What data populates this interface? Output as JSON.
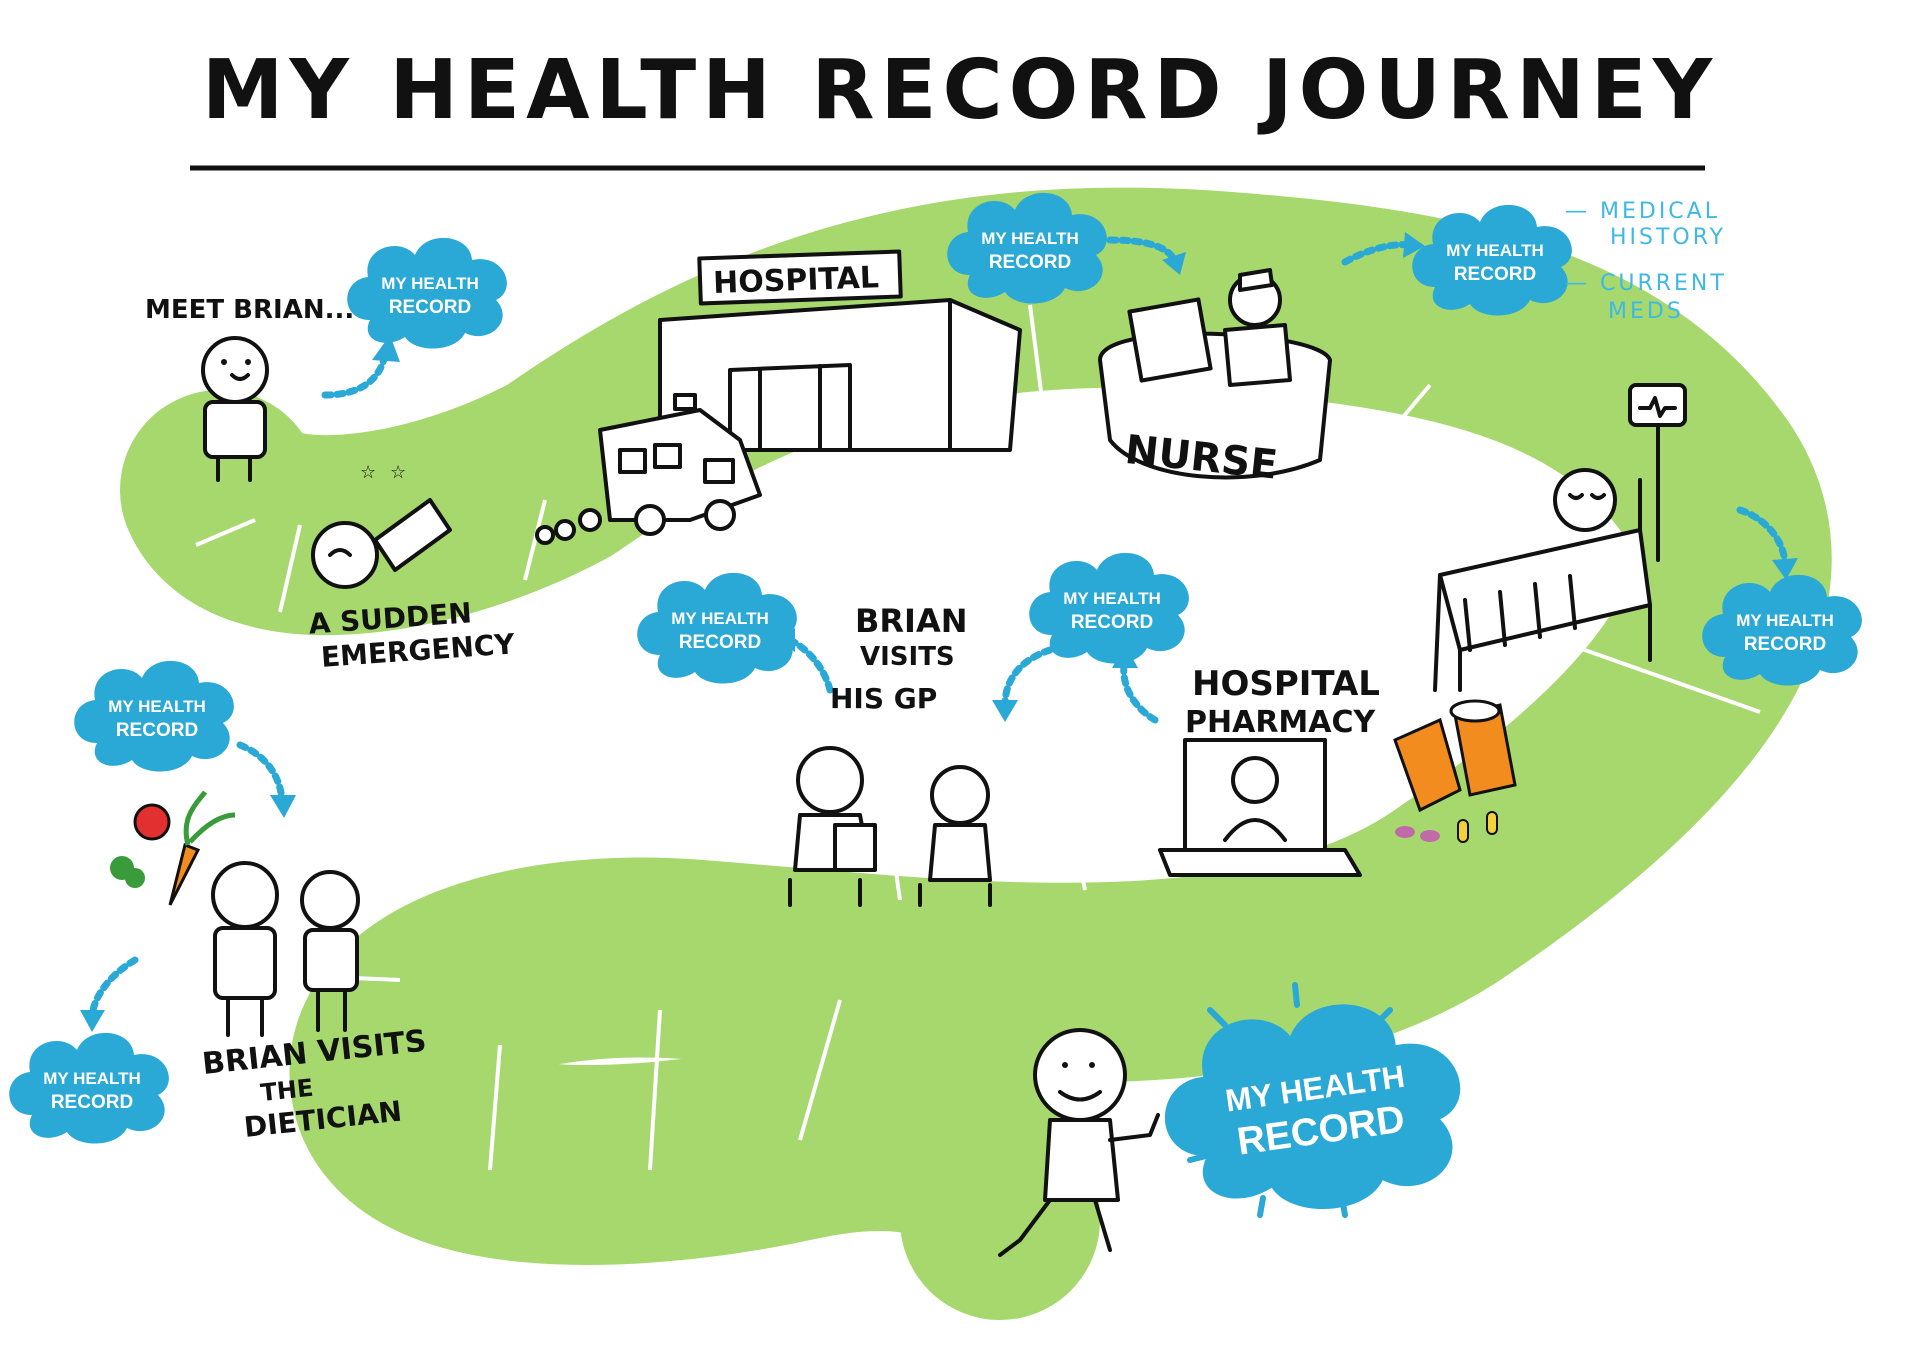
{
  "title": "MY HEALTH RECORD JOURNEY",
  "cloud_label_line1": "MY HEALTH",
  "cloud_label_line2": "RECORD",
  "path_color": "#a6d86e",
  "cloud_color": "#2aa8d6",
  "steps": {
    "meet_brian": "MEET BRIAN...",
    "emergency_line1": "A SUDDEN",
    "emergency_line2": "EMERGENCY",
    "hospital_sign": "HOSPITAL",
    "nurse_desk": "NURSE",
    "record_notes": [
      "— MEDICAL",
      "HISTORY",
      "— CURRENT",
      "MEDS"
    ],
    "pharmacy_line1": "HOSPITAL",
    "pharmacy_line2": "PHARMACY",
    "gp_line1": "BRIAN",
    "gp_line2": "VISITS",
    "gp_line3": "HIS GP",
    "dietician_line1": "BRIAN VISITS",
    "dietician_line2": "THE",
    "dietician_line3": "DIETICIAN"
  },
  "icons": [
    "ambulance-icon",
    "hospital-building-icon",
    "computer-icon",
    "hospital-bed-icon",
    "iv-monitor-icon",
    "pill-bottle-icon",
    "laptop-icon",
    "apple-icon",
    "carrot-icon",
    "broccoli-icon"
  ]
}
